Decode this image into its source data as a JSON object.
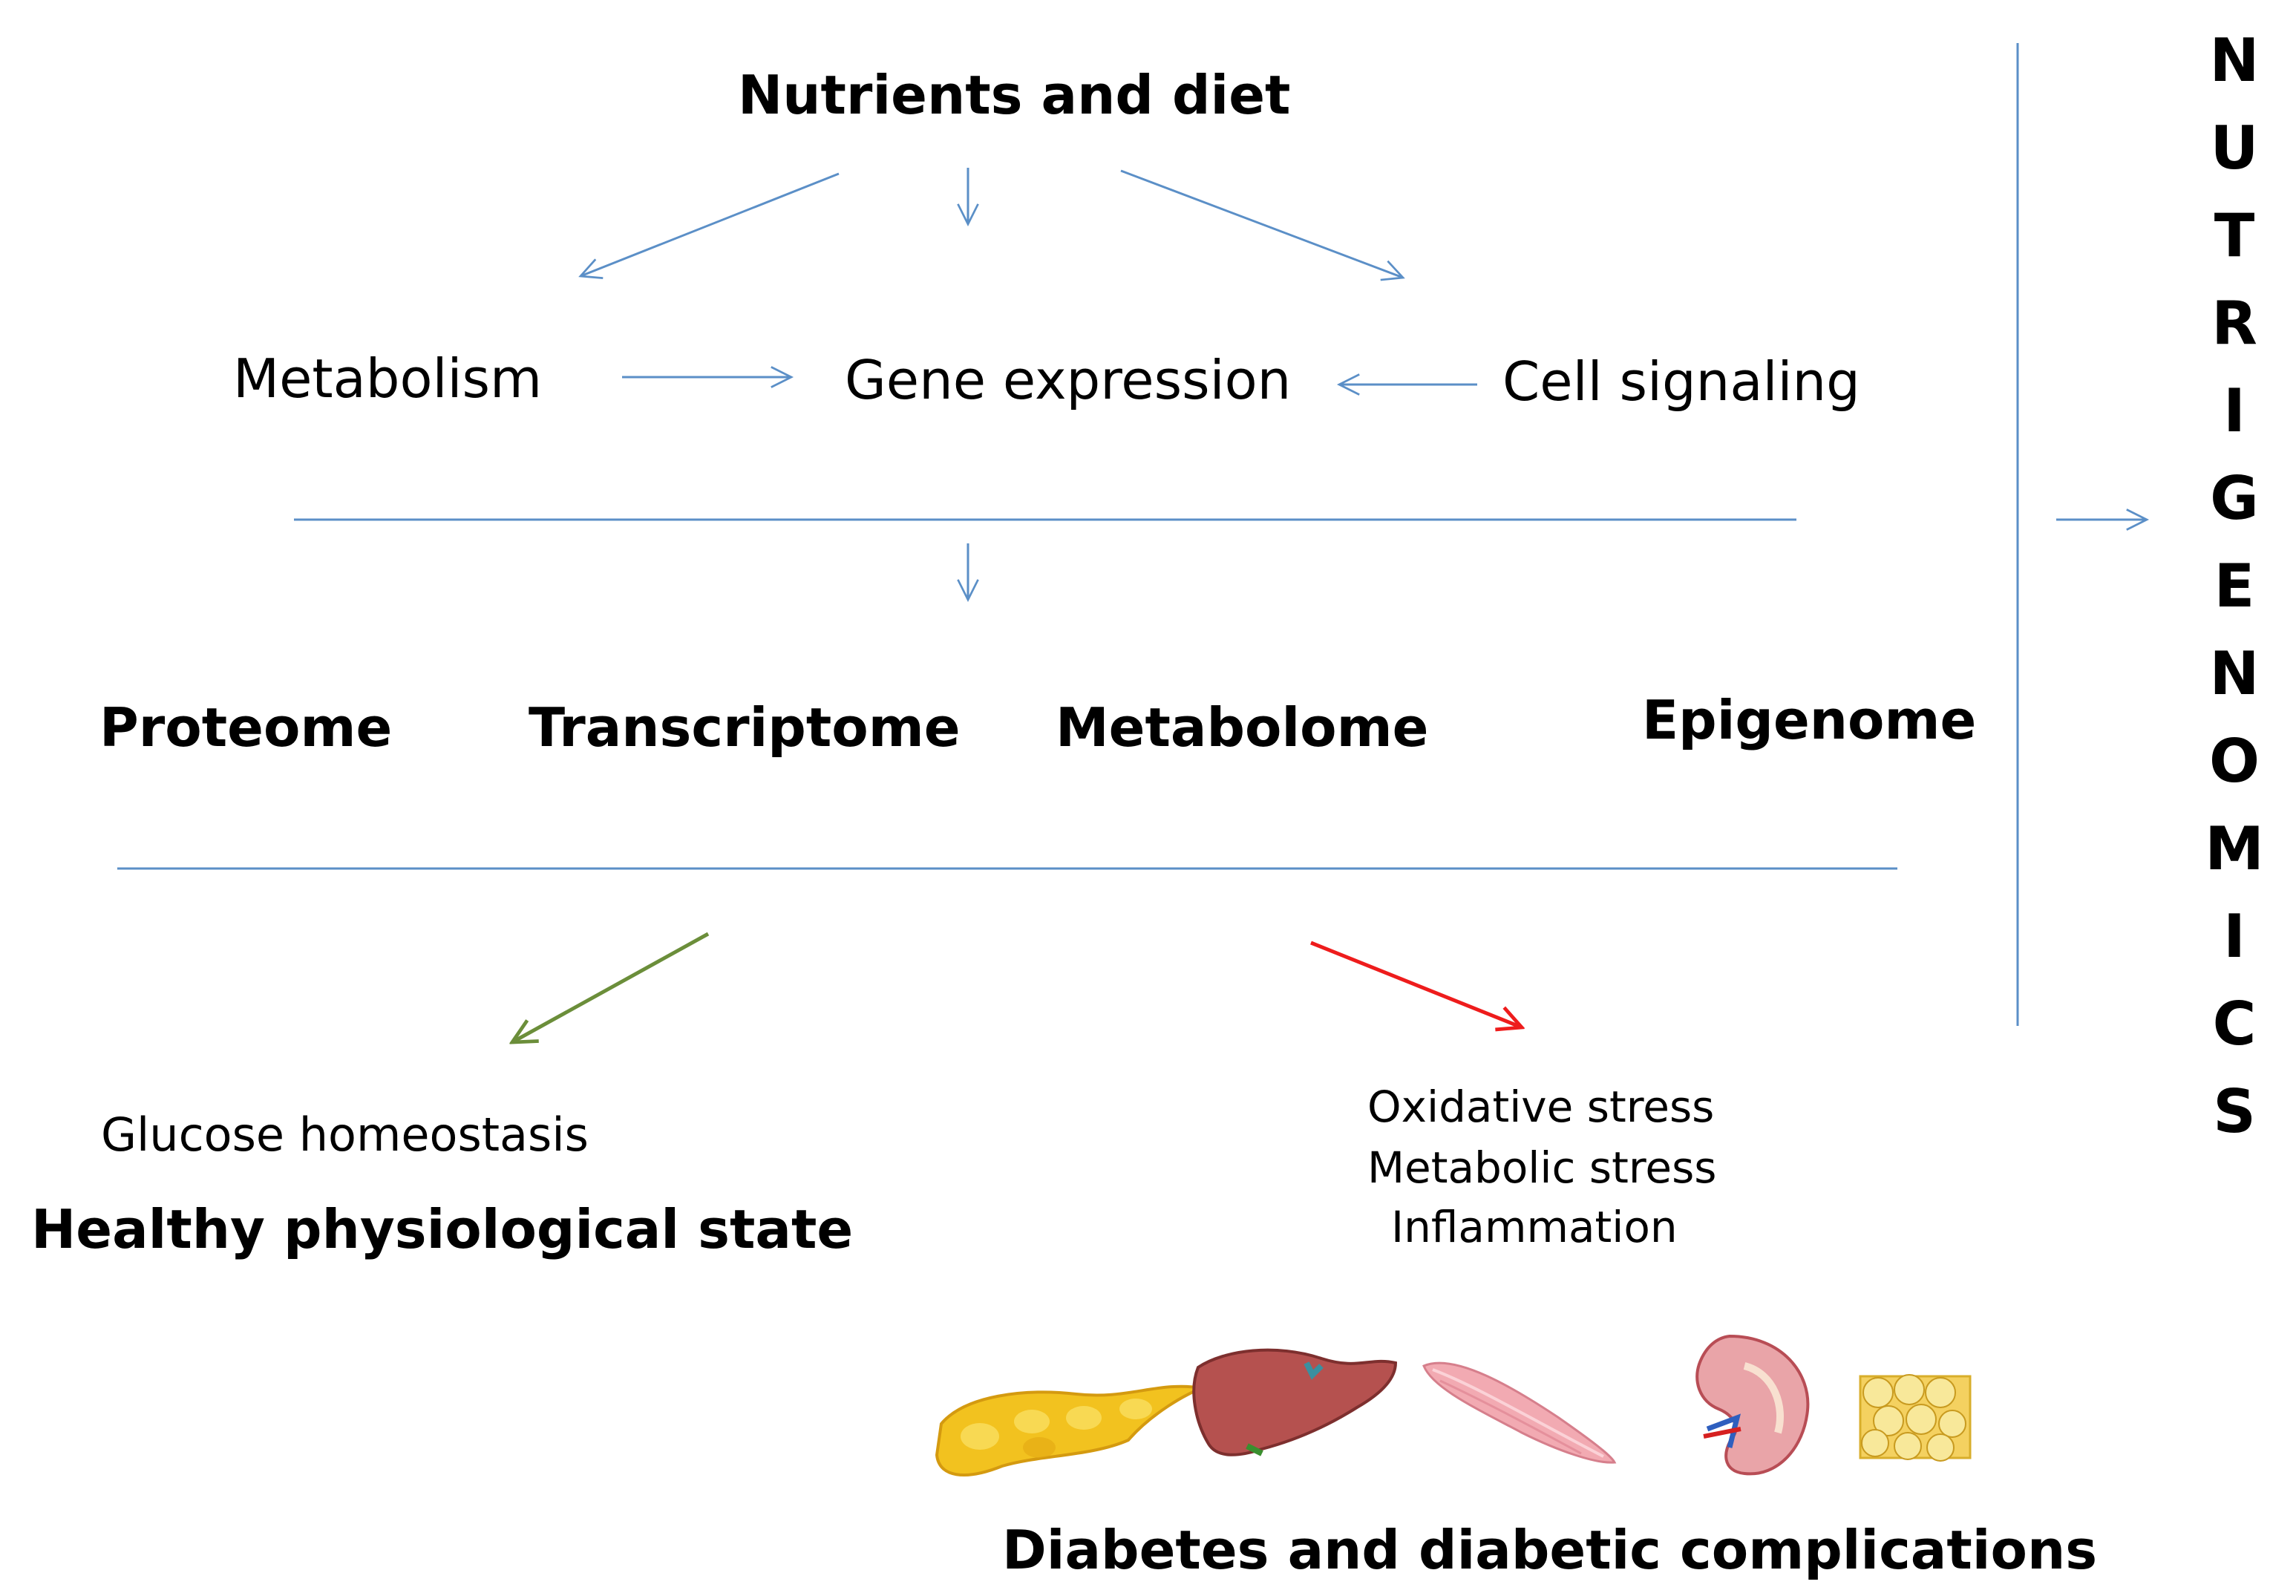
{
  "colors": {
    "blue_line": "#5b8fc7",
    "green_arrow": "#6b8e3a",
    "red_arrow": "#ee1c1c"
  },
  "top": {
    "title": "Nutrients and diet"
  },
  "middle": {
    "metabolism": "Metabolism",
    "gene_expression": "Gene expression",
    "cell_signaling": "Cell signaling"
  },
  "omics": {
    "proteome": "Proteome",
    "transcriptome": "Transcriptome",
    "metabolome": "Metabolome",
    "epigenome": "Epigenome"
  },
  "healthy": {
    "outcome": "Glucose homeostasis",
    "state": "Healthy physiological state"
  },
  "disease": {
    "outcomes": [
      "Oxidative stress",
      "Metabolic stress",
      "Inflammation"
    ],
    "state": "Diabetes and diabetic complications",
    "organ_icons": [
      "pancreas-icon",
      "liver-icon",
      "muscle-icon",
      "kidney-icon",
      "adipose-tissue-icon"
    ]
  },
  "side_label": {
    "letters": [
      "N",
      "U",
      "T",
      "R",
      "I",
      "G",
      "E",
      "N",
      "O",
      "M",
      "I",
      "C",
      "S"
    ]
  }
}
